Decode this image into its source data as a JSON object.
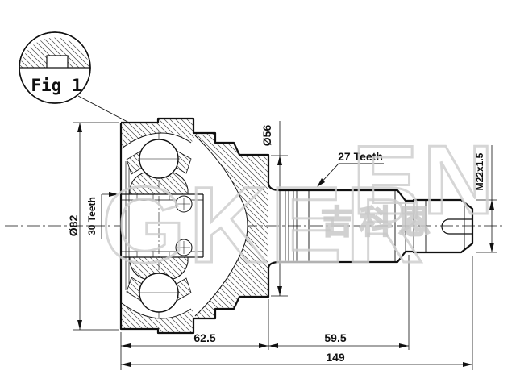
{
  "figure_callout": {
    "label": "Fig 1"
  },
  "dimensions": {
    "body_outer_diameter": "Ø82",
    "hub_spline": "30 Teeth",
    "small_end_diameter": "Ø56",
    "shaft_spline": "27 Teeth",
    "thread_spec": "M22x1.5",
    "body_length": "62.5",
    "shaft_length": "59.5",
    "total_length": "149"
  },
  "watermark": {
    "brand_left": "GKER",
    "brand_right": "EN",
    "brand_cjk": "吉科恩"
  },
  "colors": {
    "line": "#111111",
    "watermark_gray": "#cfcfcf",
    "background": "#ffffff"
  }
}
